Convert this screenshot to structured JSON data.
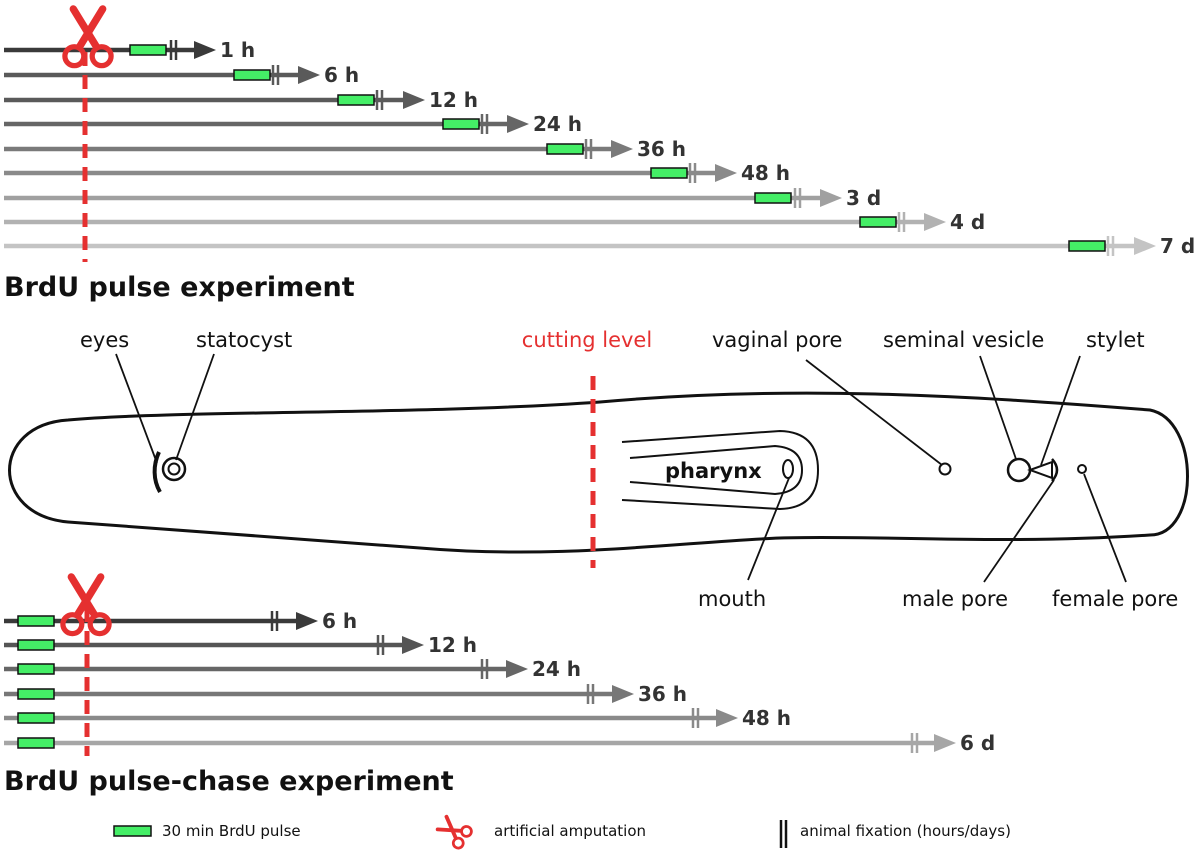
{
  "pulse_experiment": {
    "title": "BrdU pulse experiment",
    "timepoints": [
      {
        "label": "1 h",
        "line_color": "#3a3a3a"
      },
      {
        "label": "6 h",
        "line_color": "#5a5a5a"
      },
      {
        "label": "12 h",
        "line_color": "#5a5a5a"
      },
      {
        "label": "24 h",
        "line_color": "#666666"
      },
      {
        "label": "36 h",
        "line_color": "#7a7a7a"
      },
      {
        "label": "48 h",
        "line_color": "#8a8a8a"
      },
      {
        "label": "3 d",
        "line_color": "#a0a0a0"
      },
      {
        "label": "4 d",
        "line_color": "#b2b2b2"
      },
      {
        "label": "7 d",
        "line_color": "#c4c4c4"
      }
    ]
  },
  "pulse_chase_experiment": {
    "title": "BrdU pulse-chase experiment",
    "timepoints": [
      {
        "label": "6 h",
        "line_color": "#3a3a3a"
      },
      {
        "label": "12 h",
        "line_color": "#555555"
      },
      {
        "label": "24 h",
        "line_color": "#666666"
      },
      {
        "label": "36 h",
        "line_color": "#777777"
      },
      {
        "label": "48 h",
        "line_color": "#8a8a8a"
      },
      {
        "label": "6 d",
        "line_color": "#a6a6a6"
      }
    ]
  },
  "anatomy": {
    "cutting_level_label": "cutting level",
    "labels": {
      "eyes": "eyes",
      "statocyst": "statocyst",
      "vaginal_pore": "vaginal pore",
      "seminal_vesicle": "seminal vesicle",
      "stylet": "stylet",
      "pharynx": "pharynx",
      "mouth": "mouth",
      "male_pore": "male pore",
      "female_pore": "female pore"
    }
  },
  "legend": {
    "pulse": "30 min BrdU pulse",
    "amputation": "artificial amputation",
    "fixation": "animal fixation (hours/days)"
  },
  "colors": {
    "pulse_green": "#44ee66",
    "cut_red": "#e53030",
    "outline": "#111111"
  },
  "icons": [
    "scissors-icon",
    "pulse-bar-icon",
    "fixation-mark-icon"
  ]
}
